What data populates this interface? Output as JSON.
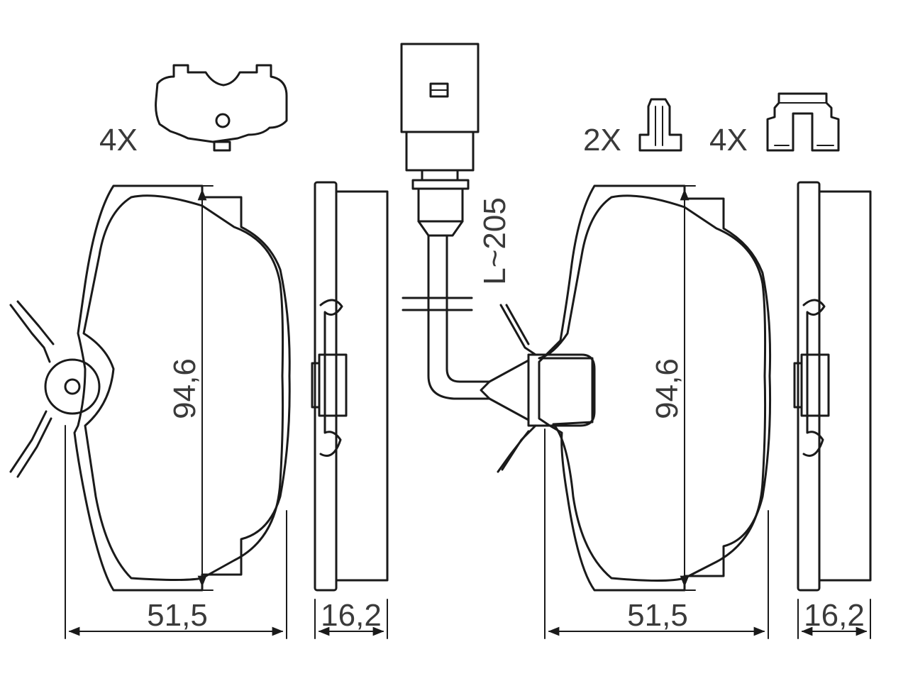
{
  "pad_left": {
    "height_label": "94,6",
    "width_label": "51,5",
    "thickness_label": "16,2"
  },
  "pad_right": {
    "height_label": "94,6",
    "width_label": "51,5",
    "thickness_label": "16,2"
  },
  "wear_sensor": {
    "length_label": "L~205"
  },
  "accessories": {
    "anti_rattle_plate_qty": "4X",
    "spring_clip_qty": "2X",
    "guide_clip_qty": "4X"
  },
  "colors": {
    "line": "#1a1a1a",
    "text": "#3a3a3a",
    "background": "#ffffff"
  }
}
